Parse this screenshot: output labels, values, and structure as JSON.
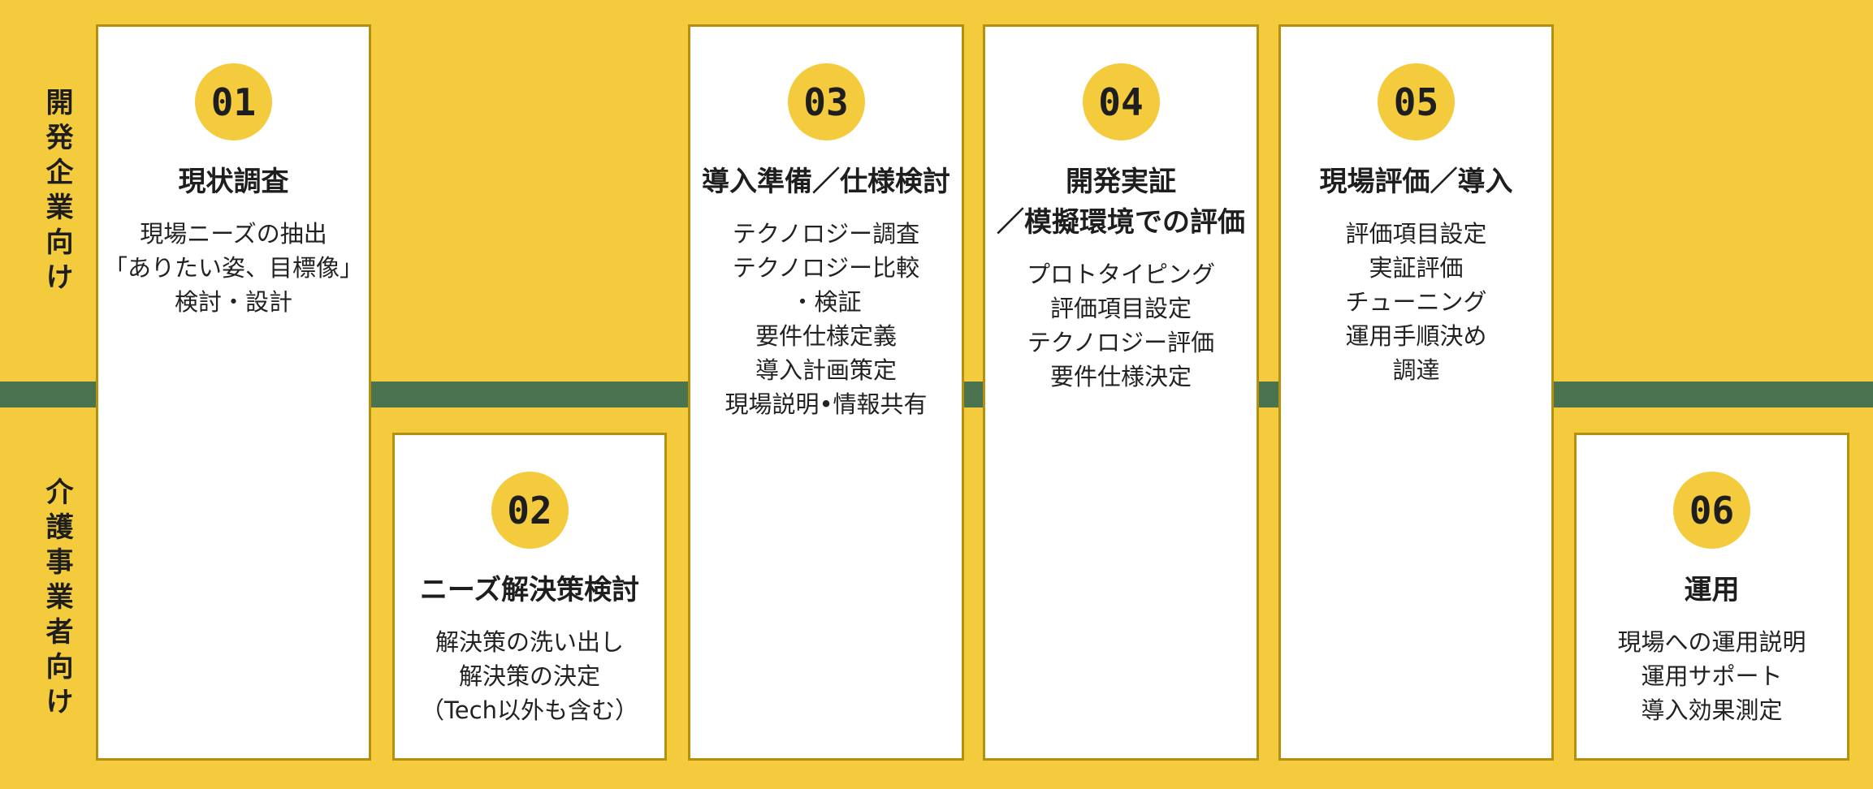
{
  "diagram": {
    "kind": "process-flow",
    "language": "ja",
    "colors": {
      "background": "#F5CB3E",
      "band_green": "#4A7350",
      "card_border": "#B5900C",
      "card_background": "#FFFFFF",
      "number_circle": "#F5CB3E",
      "text": "#1E1E1E"
    }
  },
  "rows": [
    {
      "label": "開発企業向け"
    },
    {
      "label": "介護事業者向け"
    }
  ],
  "steps": [
    {
      "number": "01",
      "title_lines": [
        "現状調査"
      ],
      "items": [
        "現場ニーズの抽出",
        "「ありたい姿、目標像」",
        "検討・設計"
      ]
    },
    {
      "number": "02",
      "title_lines": [
        "ニーズ解決策検討"
      ],
      "items": [
        "解決策の洗い出し",
        "解決策の決定",
        "（Tech以外も含む）"
      ]
    },
    {
      "number": "03",
      "title_lines": [
        "導入準備／仕様検討"
      ],
      "items": [
        "テクノロジー調査",
        "テクノロジー比較",
        "・検証",
        "要件仕様定義",
        "導入計画策定",
        "現場説明•情報共有"
      ]
    },
    {
      "number": "04",
      "title_lines": [
        "開発実証",
        "／模擬環境での評価"
      ],
      "items": [
        "プロトタイピング",
        "評価項目設定",
        "テクノロジー評価",
        "要件仕様決定"
      ]
    },
    {
      "number": "05",
      "title_lines": [
        "現場評価／導入"
      ],
      "items": [
        "評価項目設定",
        "実証評価",
        "チューニング",
        "運用手順決め",
        "調達"
      ]
    },
    {
      "number": "06",
      "title_lines": [
        "運用"
      ],
      "items": [
        "現場への運用説明",
        "運用サポート",
        "導入効果測定"
      ]
    }
  ]
}
